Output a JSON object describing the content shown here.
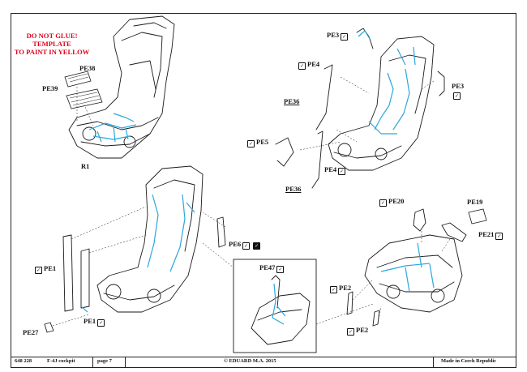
{
  "warning": {
    "line1": "DO NOT GLUE!",
    "line2": "TEMPLATE",
    "line3": "TO PAINT IN YELLOW"
  },
  "labels": {
    "pe38": "PE38",
    "pe39": "PE39",
    "r1": "R1",
    "pe3_top": "PE3",
    "pe3_right": "PE3",
    "pe4_top": "PE4",
    "pe4_bottom": "PE4",
    "pe36_top": "PE36",
    "pe36_bottom": "PE36",
    "pe5": "PE5",
    "pe6": "PE6",
    "pe1_left": "PE1",
    "pe1_bottom": "PE1",
    "pe27": "PE27",
    "pe47": "PE47",
    "pe20": "PE20",
    "pe19": "PE19",
    "pe21": "PE21",
    "pe2_top": "PE2",
    "pe2_bottom": "PE2"
  },
  "footer": {
    "code": "648 228",
    "title": "F-4J cockpit",
    "page": "page 7",
    "copyright": "© EDUARD  M.A. 2015",
    "origin": "Made in Czech Republic"
  },
  "colors": {
    "warning": "#e0001b",
    "photoetch": "#2aa7df",
    "line": "#1a1a1a"
  }
}
